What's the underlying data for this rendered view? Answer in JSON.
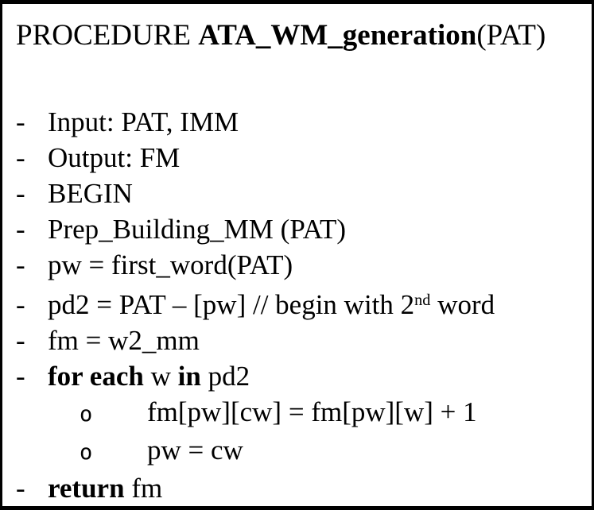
{
  "colors": {
    "text": "#000000",
    "background": "#ffffff",
    "border": "#000000"
  },
  "title": {
    "segments": [
      {
        "text": "PROCEDURE ",
        "style": "normal"
      },
      {
        "text": "ATA_WM_generation",
        "style": "bold"
      },
      {
        "text": "(PAT)",
        "style": "normal"
      }
    ]
  },
  "bullets": {
    "dash": "-",
    "circle": "o"
  },
  "lines": [
    {
      "bullet": "dash",
      "level": 0,
      "segments": [
        {
          "text": "Input: PAT, IMM",
          "style": "normal"
        }
      ]
    },
    {
      "bullet": "dash",
      "level": 0,
      "segments": [
        {
          "text": "Output: FM",
          "style": "normal"
        }
      ]
    },
    {
      "bullet": "dash",
      "level": 0,
      "segments": [
        {
          "text": "BEGIN",
          "style": "normal"
        }
      ]
    },
    {
      "bullet": "dash",
      "level": 0,
      "segments": [
        {
          "text": "Prep_Building_MM (PAT)",
          "style": "normal"
        }
      ]
    },
    {
      "bullet": "dash",
      "level": 0,
      "segments": [
        {
          "text": "pw = first_word(PAT)",
          "style": "normal"
        }
      ]
    },
    {
      "bullet": "dash",
      "level": 0,
      "segments": [
        {
          "text": "pd2 = PAT – [pw] // begin with 2",
          "style": "normal"
        },
        {
          "text": "nd",
          "style": "superscript"
        },
        {
          "text": " word",
          "style": "normal"
        }
      ]
    },
    {
      "bullet": "dash",
      "level": 0,
      "segments": [
        {
          "text": "fm = w2_mm",
          "style": "normal"
        }
      ]
    },
    {
      "bullet": "dash",
      "level": 0,
      "segments": [
        {
          "text": "for each",
          "style": "bold"
        },
        {
          "text": " w ",
          "style": "normal"
        },
        {
          "text": "in",
          "style": "bold"
        },
        {
          "text": " pd2",
          "style": "normal"
        }
      ]
    },
    {
      "bullet": "circle",
      "level": 1,
      "segments": [
        {
          "text": "fm[pw][cw] = fm[pw][w] + 1",
          "style": "normal"
        }
      ]
    },
    {
      "bullet": "circle",
      "level": 1,
      "segments": [
        {
          "text": "pw = cw",
          "style": "normal"
        }
      ]
    },
    {
      "bullet": "dash",
      "level": 0,
      "segments": [
        {
          "text": "return",
          "style": "bold"
        },
        {
          "text": " fm",
          "style": "normal"
        }
      ]
    }
  ]
}
